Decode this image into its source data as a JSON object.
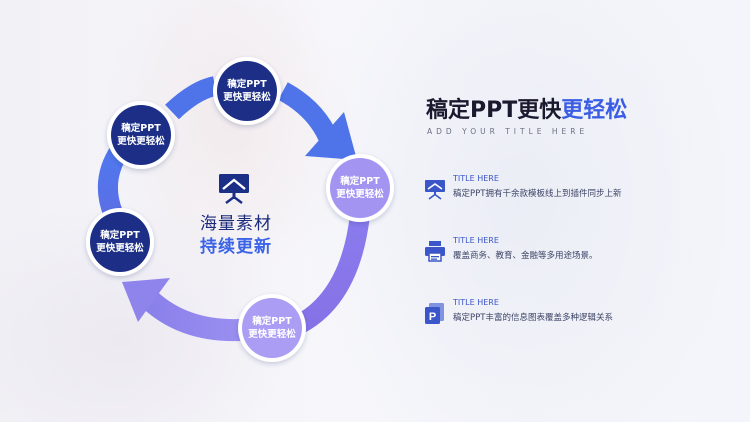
{
  "cycle": {
    "node_label_line1": "稿定PPT",
    "node_label_line2": "更快更轻松",
    "nodes": [
      {
        "line1": "稿定PPT",
        "line2": "更快更轻松",
        "color": "#1b2f86"
      },
      {
        "line1": "稿定PPT",
        "line2": "更快更轻松",
        "color": "#9d8ef0"
      },
      {
        "line1": "稿定PPT",
        "line2": "更快更轻松",
        "color": "#a898f3"
      },
      {
        "line1": "稿定PPT",
        "line2": "更快更轻松",
        "color": "#1b2f86"
      },
      {
        "line1": "稿定PPT",
        "line2": "更快更轻松",
        "color": "#1b2f86"
      }
    ],
    "center_line1": "海量素材",
    "center_line2": "持续更新",
    "colors": {
      "ring_blue": "#4f74ea",
      "ring_purple": "#8c79ea",
      "node_dark": "#1b2f86",
      "node_light": "#a797f2"
    }
  },
  "heading": {
    "title_main": "稿定PPT更快",
    "title_highlight": "更轻松",
    "subtitle": "ADD YOUR TITLE HERE",
    "accent_color": "#3b5de3"
  },
  "items": [
    {
      "icon": "presentation-board-icon",
      "head": "TITLE HERE",
      "desc": "稿定PPT拥有千余款模板线上到插件同步上新"
    },
    {
      "icon": "printer-icon",
      "head": "TITLE HERE",
      "desc": "覆盖商务、教育、金融等多用途场景。"
    },
    {
      "icon": "ppt-file-icon",
      "head": "TITLE HERE",
      "desc": "稿定PPT丰富的信息图表覆盖多种逻辑关系"
    }
  ]
}
